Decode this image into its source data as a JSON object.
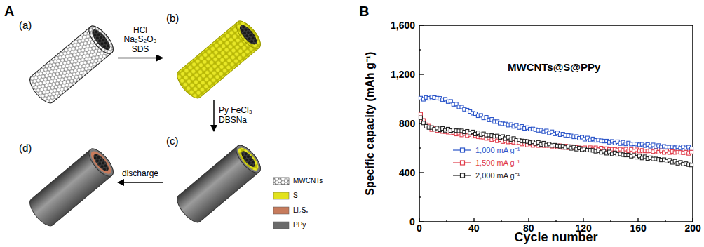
{
  "diagram": {
    "nodes": [
      {
        "text": [
          "(a)"
        ]
      },
      {
        "text": [
          "(b)"
        ]
      },
      {
        "text": [
          "(c)"
        ]
      },
      {
        "text": [
          "(d)"
        ]
      }
    ],
    "edges": [
      {
        "from": 0,
        "to": 1,
        "label": "HCl Na₂S₂O₃ SDS",
        "arrow": "to"
      },
      {
        "from": 1,
        "to": 2,
        "label": "Py FeCl₃ DBSNa",
        "arrow": "to"
      },
      {
        "from": 2,
        "to": 3,
        "label": "discharge",
        "arrow": "to"
      }
    ],
    "labels": [
      "A",
      "B",
      "MWCNTs@S@PPy",
      "Specific capacity (mAh g⁻¹)",
      "Cycle number",
      "0",
      "400",
      "800",
      "1,200",
      "1,600",
      "0",
      "40",
      "80",
      "120",
      "160",
      "200"
    ],
    "legend": [
      {
        "text": "MWCNTs"
      },
      {
        "text": "S",
        "color": "#e2e21c"
      },
      {
        "text": "Li₂Sₓ",
        "color": "#c77b5c"
      },
      {
        "text": "PPy",
        "color": "#6b6b6b"
      },
      {
        "text": "1,000 mA g⁻¹"
      },
      {
        "text": "1,500 mA g⁻¹"
      },
      {
        "text": "2,000 mA g⁻¹"
      }
    ]
  }
}
